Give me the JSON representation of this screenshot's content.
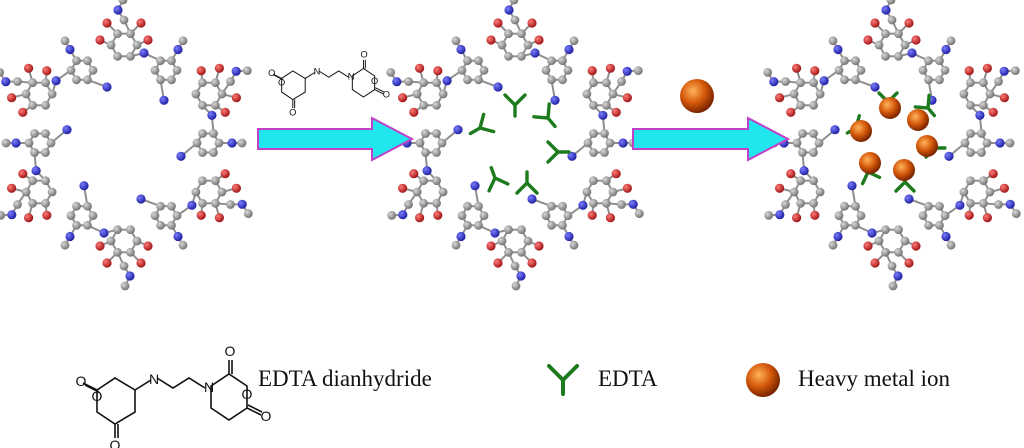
{
  "diagram": {
    "stages": [
      {
        "id": "cof",
        "description_hidden": false
      },
      {
        "id": "cof-edta"
      },
      {
        "id": "cof-edta-metal"
      }
    ],
    "reagent_labels": {
      "O": "O",
      "N": "N"
    },
    "legend": {
      "edta_dianhydride": "EDTA dianhydride",
      "edta": "EDTA",
      "heavy_metal_ion": "Heavy metal ion"
    },
    "colors": {
      "carbon": "#8a8a8a",
      "nitrogen": "#2c2fd0",
      "oxygen": "#d21f1f",
      "edta": "#1d7a1d",
      "metal": "#c24a08",
      "arrow_fill": "#22e6ee",
      "arrow_stroke": "#c040c8"
    }
  }
}
